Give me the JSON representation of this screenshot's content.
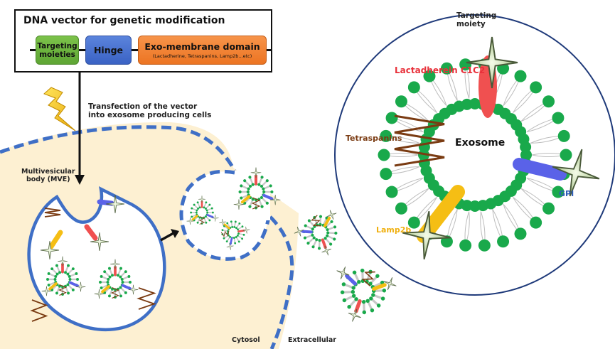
{
  "vector": {
    "title": "DNA vector for genetic modification",
    "domains": [
      {
        "label_line1": "Targeting",
        "label_line2": "moieties",
        "color": "#6ab43e"
      },
      {
        "label": "Hinge",
        "color": "#4472c4"
      },
      {
        "label": "Exo-membrane domain",
        "sublabel": "(Lactadherine, Tetraspanins, Lamp2b...etc)",
        "color": "#f08030"
      }
    ]
  },
  "labels": {
    "transfection_line1": "Transfection of the vector",
    "transfection_line2": "into exosome producing cells",
    "mve_line1": "Multivesicular",
    "mve_line2": "body (MVE)",
    "cytosol": "Cytosol",
    "extracellular": "Extracellular"
  },
  "exosome_detail": {
    "center_label": "Exosome",
    "targeting_line1": "Targeting",
    "targeting_line2": "moiety",
    "lactadherein": "Lactadherein C1C2",
    "tetraspanins": "Tetraspanins",
    "lamp2b": "Lamp2b",
    "gpi": "GPI"
  },
  "colors": {
    "cytosol_fill": "#fdf0d2",
    "membrane_blue": "#3f6fc6",
    "detail_circle": "#1f3a7a",
    "lipid_head": "#19a94b",
    "lactadherein": "#f05050",
    "tetraspanin": "#7a3b12",
    "lamp2b": "#f5be14",
    "gpi": "#5a62e8",
    "gpi_text": "#2e5eb8",
    "star_fill": "#dcebc4",
    "star_stroke": "#4a5a3a",
    "bolt": "#f7c81e"
  }
}
